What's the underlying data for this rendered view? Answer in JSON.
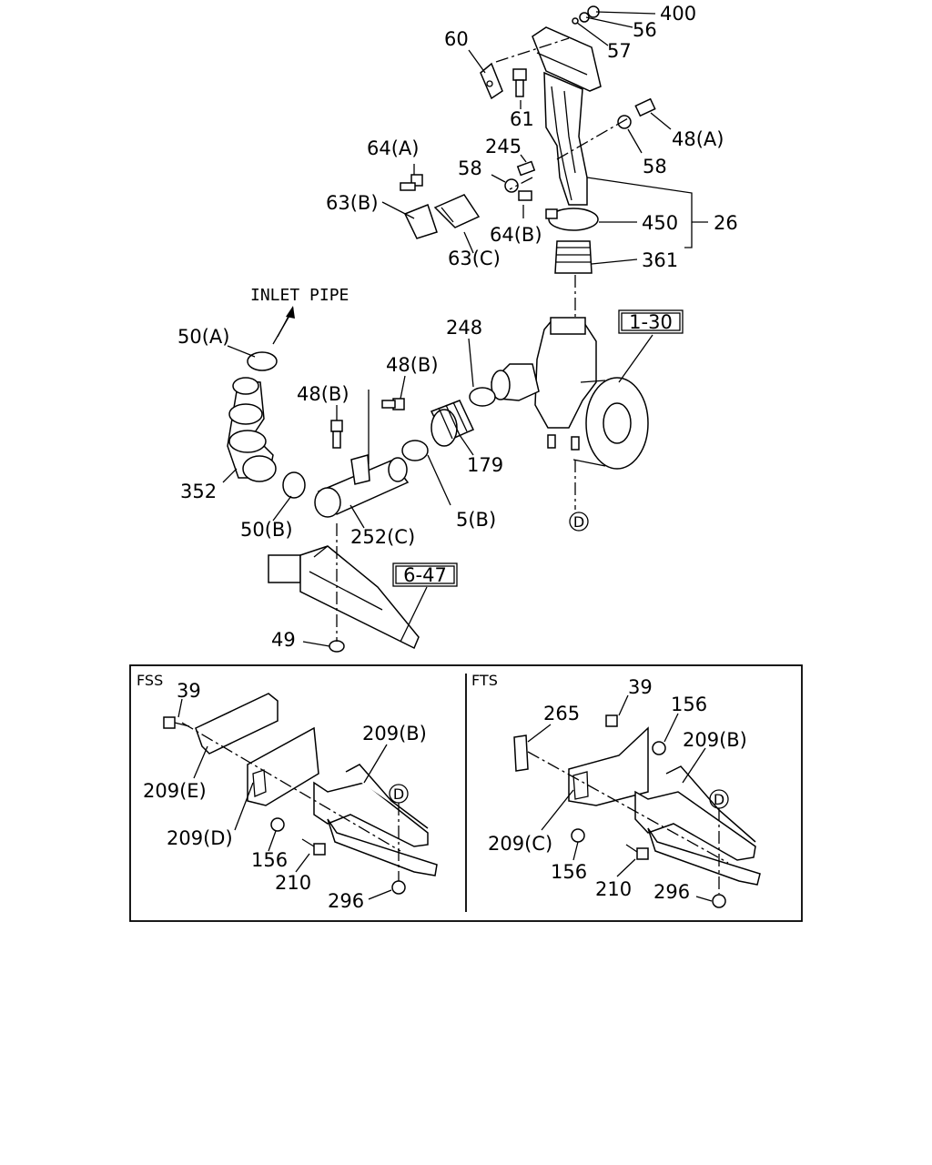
{
  "diagram": {
    "inlet_text": "INLET PIPE",
    "ref_boxes": {
      "air_cleaner_ref": "1-30",
      "bracket_ref": "6-47"
    },
    "callout_d": "D",
    "upper_labels": {
      "p400": "400",
      "p56": "56",
      "p57": "57",
      "p60": "60",
      "p61": "61",
      "p48a": "48(A)",
      "p58_right": "58",
      "p58_left": "58",
      "p245": "245",
      "p64a": "64(A)",
      "p63b": "63(B)",
      "p63c": "63(C)",
      "p64b": "64(B)",
      "p450": "450",
      "p26": "26",
      "p361": "361",
      "p50a": "50(A)",
      "p248": "248",
      "p48b_top": "48(B)",
      "p48b_left": "48(B)",
      "p179": "179",
      "p352": "352",
      "p50b": "50(B)",
      "p252c": "252(C)",
      "p5b": "5(B)",
      "p49": "49"
    },
    "fss": {
      "title": "FSS",
      "p39": "39",
      "p209e": "209(E)",
      "p209d": "209(D)",
      "p209b": "209(B)",
      "p156": "156",
      "p210": "210",
      "p296": "296"
    },
    "fts": {
      "title": "FTS",
      "p39": "39",
      "p156_top": "156",
      "p265": "265",
      "p209b": "209(B)",
      "p209c": "209(C)",
      "p156_bottom": "156",
      "p210": "210",
      "p296": "296"
    }
  }
}
